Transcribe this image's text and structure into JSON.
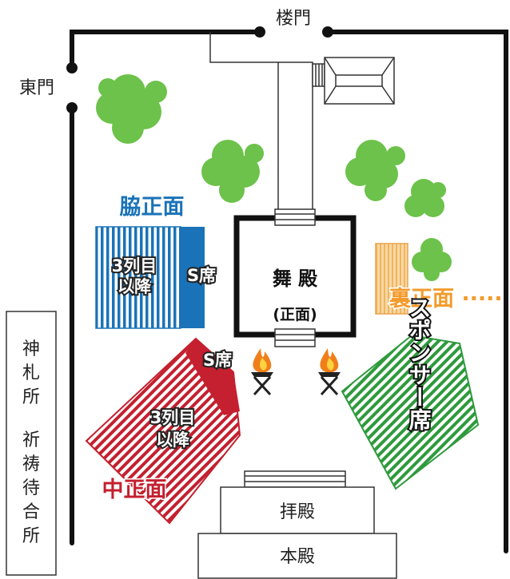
{
  "gates": {
    "north": "楼門",
    "east": "東門"
  },
  "stage": {
    "name": "舞 殿",
    "sub": "(正面)"
  },
  "sections": {
    "waki_title": "脇正面",
    "waki_rear": [
      "3列目",
      "以降"
    ],
    "waki_s": "S席",
    "naka_title": "中正面",
    "naka_rear": [
      "3列目",
      "以降"
    ],
    "naka_s": "S席",
    "ura_title": "裏正面 ·····",
    "sponsor": "スポンサー席"
  },
  "buildings": {
    "shrine_office": [
      "神",
      "札",
      "所",
      "祈",
      "祷",
      "待",
      "合",
      "所"
    ],
    "haiden": "拝殿",
    "honden": "本殿"
  },
  "colors": {
    "waki": "#1a73b8",
    "naka": "#c4202f",
    "ura": "#f39b2c",
    "ura_fill": "#f7d8a8",
    "sponsor": "#2e9a3c",
    "tree": "#6cc24a",
    "wall": "#111111"
  }
}
